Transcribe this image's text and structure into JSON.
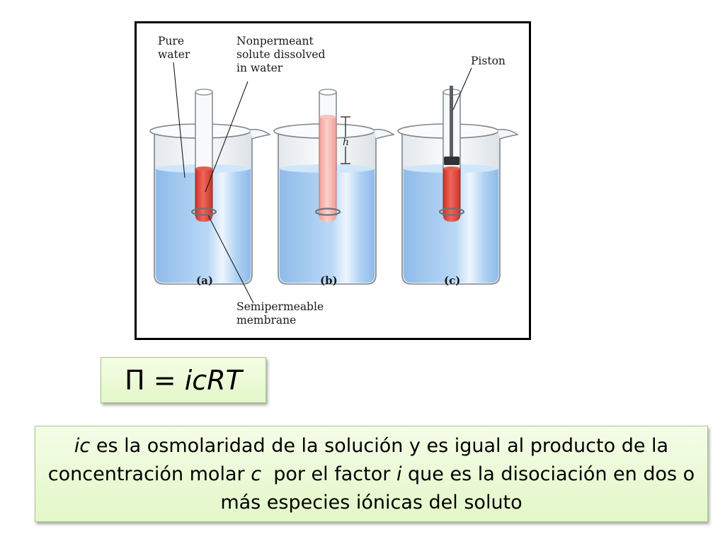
{
  "figure": {
    "label_pure_water_l1": "Pure",
    "label_pure_water_l2": "water",
    "label_solute_l1": "Nonpermeant",
    "label_solute_l2": "solute dissolved",
    "label_solute_l3": "in water",
    "label_piston": "Piston",
    "label_h": "h",
    "caption_a": "(a)",
    "caption_b": "(b)",
    "caption_c": "(c)",
    "label_membrane_l1": "Semipermeable",
    "label_membrane_l2": "membrane",
    "colors": {
      "water": "#a9cdf3",
      "solution": "#e04a3c",
      "dilute_solution": "#f6b8b4",
      "glass": "#f4f6f8"
    }
  },
  "formula": {
    "pi": "Π =",
    "rhs": "icRT"
  },
  "description": {
    "s1_ic": "ic",
    "s1_text": " es la osmolaridad de la solución y es igual al producto de la concentración molar ",
    "s2_c": "c",
    "s2_text": "  por el factor ",
    "s3_i": "i",
    "s3_text": " que es la disociación en dos o más especies iónicas del soluto"
  }
}
